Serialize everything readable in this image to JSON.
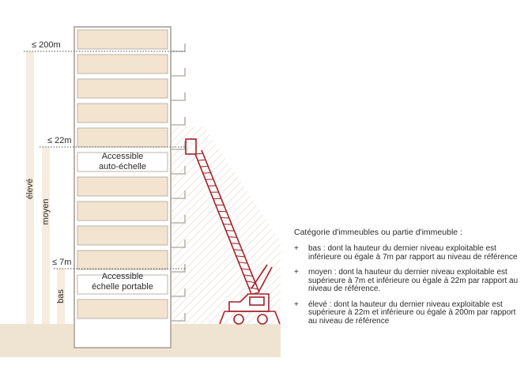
{
  "labels": {
    "h200": "≤ 200m",
    "h22": "≤ 22m",
    "h7": "≤ 7m"
  },
  "bands": {
    "eleve": "élevé",
    "moyen": "moyen",
    "bas": "bas"
  },
  "zones": {
    "auto": [
      "Accessible",
      "auto-échelle"
    ],
    "portable": [
      "Accessible",
      "échelle portable"
    ]
  },
  "legend": {
    "title": "Catégorie d'immeubles ou partie d'immeuble :",
    "items": [
      {
        "bullet": "+",
        "text": "bas : dont la hauteur du dernier niveau exploitable est inférieure ou égale à 7m par rapport au niveau de référence"
      },
      {
        "bullet": "+",
        "text": "moyen : dont la hauteur du dernier niveau exploitable est supérieure à 7m et inférieure ou égale à 22m par rapport au niveau de référence."
      },
      {
        "bullet": "+",
        "text": "élevé : dont la hauteur du dernier niveau exploitable est supérieure à 22m et inférieure ou égale à 200m par rapport au niveau de référence"
      }
    ]
  },
  "colors": {
    "floor": "#f3e4cf",
    "band": "#f6ecdf",
    "ground": "#efe3d2",
    "building": "#b9b3ab",
    "truck": "#a4202a",
    "text": "#2b2b2b"
  }
}
